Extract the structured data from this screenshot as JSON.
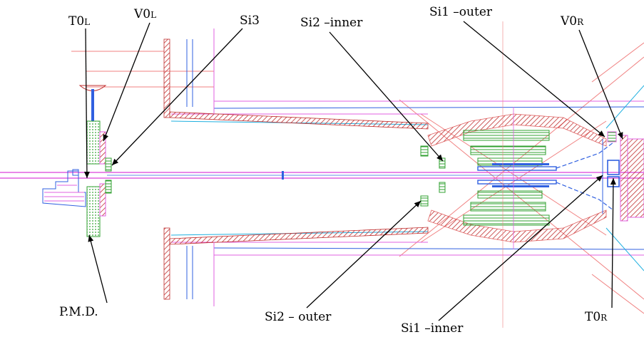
{
  "labels": {
    "t0l": {
      "main": "T0",
      "sub": "L"
    },
    "v0l": {
      "main": "V0",
      "sub": "L"
    },
    "si3": "Si3",
    "si2_inner": "Si2 –inner",
    "si1_outer": "Si1 –outer",
    "v0r": {
      "main": "V0",
      "sub": "R"
    },
    "pmd": "P.M.D.",
    "si2_outer": "Si2 – outer",
    "si1_inner": "Si1 –inner",
    "t0r": {
      "main": "T0",
      "sub": "R"
    }
  },
  "colors": {
    "beam_pipe": "#e060e0",
    "outline_blue": "#3060e0",
    "outline_cyan": "#20b0e0",
    "hatch_red": "#c03030",
    "module_green": "#30a030",
    "fan_pink": "#f08080",
    "leader": "#000000"
  }
}
